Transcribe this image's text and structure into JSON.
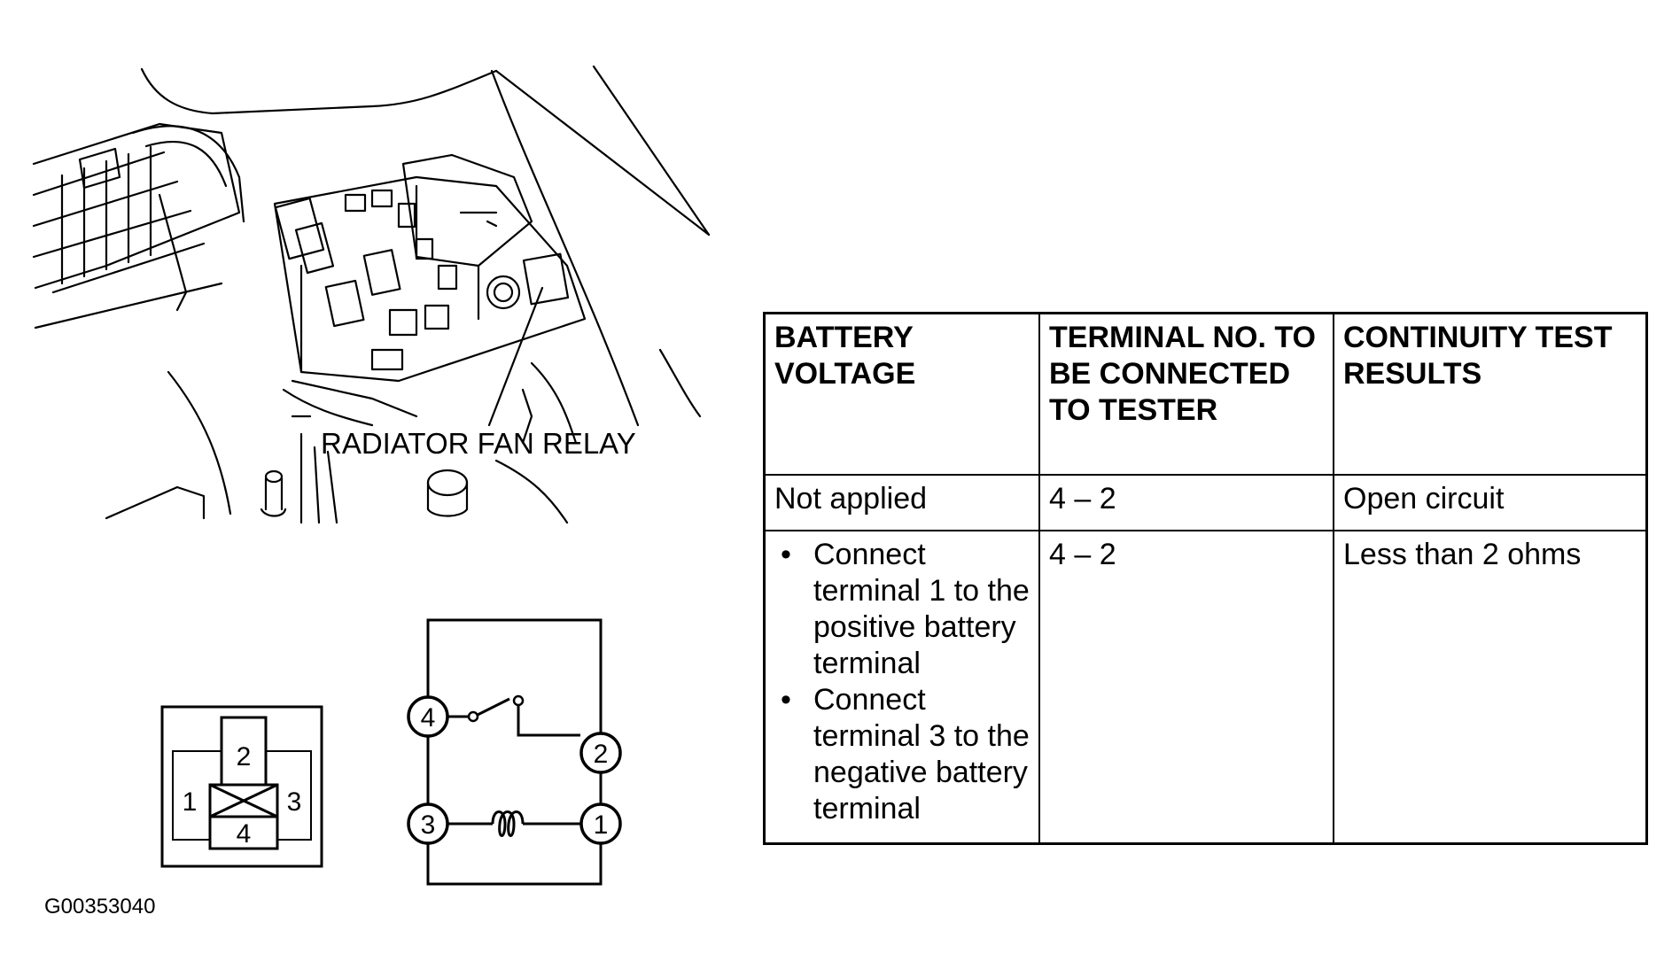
{
  "illustration": {
    "callout_label": "RADIATOR FAN RELAY"
  },
  "terminal_face": {
    "terminals": [
      "1",
      "2",
      "3",
      "4"
    ]
  },
  "circuit": {
    "terminals": [
      "4",
      "2",
      "3",
      "1"
    ]
  },
  "table": {
    "headers": [
      "BATTERY VOLTAGE",
      "TERMINAL NO. TO BE CONNECTED TO TESTER",
      "CONTINUITY TEST RESULTS"
    ],
    "rows": [
      {
        "voltage": "Not applied",
        "terminals": "4 – 2",
        "result": "Open circuit"
      },
      {
        "voltage_steps": [
          "Connect terminal 1 to the positive battery terminal",
          "Connect terminal 3 to the negative battery terminal"
        ],
        "terminals": "4 – 2",
        "result": "Less than 2 ohms"
      }
    ]
  },
  "figure_code": "G00353040"
}
